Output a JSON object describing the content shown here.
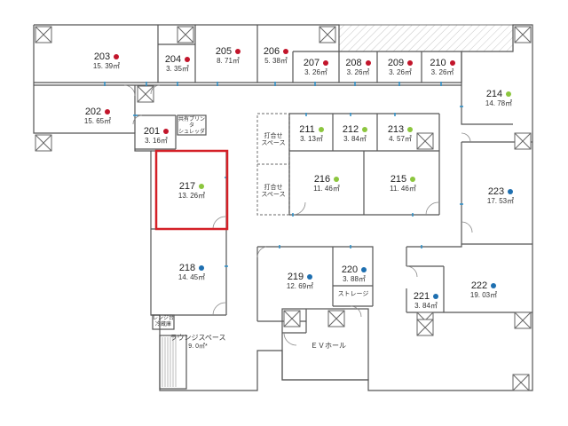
{
  "colors": {
    "red": "#c2152b",
    "green": "#8cc63e",
    "blue": "#1e6fb0",
    "wall": "#555555",
    "highlight": "#d42027"
  },
  "rooms": {
    "r203": {
      "number": "203",
      "area": "15. 39㎡",
      "status": "red"
    },
    "r204": {
      "number": "204",
      "area": "3. 35㎡",
      "status": "red"
    },
    "r205": {
      "number": "205",
      "area": "8. 71㎡",
      "status": "red"
    },
    "r206": {
      "number": "206",
      "area": "5. 38㎡",
      "status": "red"
    },
    "r207": {
      "number": "207",
      "area": "3. 26㎡",
      "status": "red"
    },
    "r208": {
      "number": "208",
      "area": "3. 26㎡",
      "status": "red"
    },
    "r209": {
      "number": "209",
      "area": "3. 26㎡",
      "status": "red"
    },
    "r210": {
      "number": "210",
      "area": "3. 26㎡",
      "status": "red"
    },
    "r202": {
      "number": "202",
      "area": "15. 65㎡",
      "status": "red"
    },
    "r201": {
      "number": "201",
      "area": "3. 16㎡",
      "status": "red"
    },
    "r214": {
      "number": "214",
      "area": "14. 78㎡",
      "status": "green"
    },
    "r211": {
      "number": "211",
      "area": "3. 13㎡",
      "status": "green"
    },
    "r212": {
      "number": "212",
      "area": "3. 84㎡",
      "status": "green"
    },
    "r213": {
      "number": "213",
      "area": "4. 57㎡",
      "status": "green"
    },
    "r216": {
      "number": "216",
      "area": "11. 46㎡",
      "status": "green"
    },
    "r215": {
      "number": "215",
      "area": "11. 46㎡",
      "status": "green"
    },
    "r217": {
      "number": "217",
      "area": "13. 26㎡",
      "status": "green"
    },
    "r223": {
      "number": "223",
      "area": "17. 53㎡",
      "status": "blue"
    },
    "r218": {
      "number": "218",
      "area": "14. 45㎡",
      "status": "blue"
    },
    "r219": {
      "number": "219",
      "area": "12. 69㎡",
      "status": "blue"
    },
    "r220": {
      "number": "220",
      "area": "3. 88㎡",
      "status": "blue"
    },
    "r221": {
      "number": "221",
      "area": "3. 84㎡",
      "status": "blue"
    },
    "r222": {
      "number": "222",
      "area": "19. 03㎡",
      "status": "blue"
    }
  },
  "labels": {
    "printer_corner": "共有プリンタ\nシュレッダ",
    "meeting_space_1": "打合せ\nスペース",
    "meeting_space_2": "打合せ\nスペース",
    "storage": "ストレージ",
    "ev_hall": "ＥＶホール",
    "lounge_name": "ラウンジスペース",
    "lounge_area": "9. 0㎡*",
    "range_corner": "レンジ台\n冷蔵庫"
  }
}
